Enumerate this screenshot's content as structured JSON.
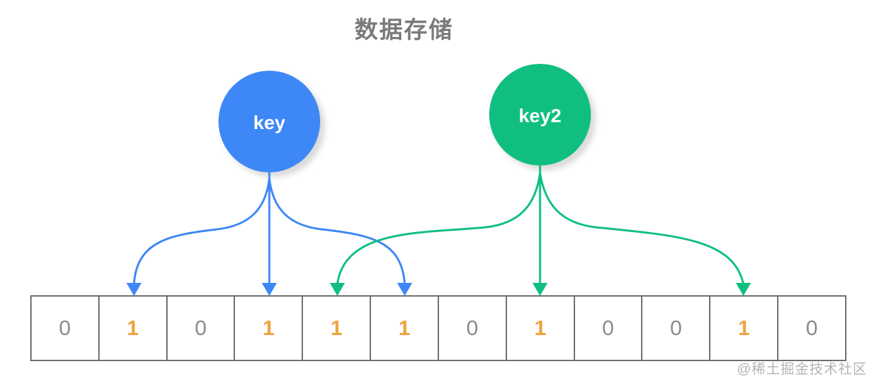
{
  "title": "数据存储",
  "watermark": "@稀土掘金技术社区",
  "colors": {
    "blue": "#3e87f6",
    "green": "#10bf80",
    "one": "#f0a23e",
    "zero": "#8b8b8b",
    "shadow": "#bdbdbd"
  },
  "nodes": [
    {
      "id": "key",
      "label": "key",
      "color": "#3e87f6"
    },
    {
      "id": "key2",
      "label": "key2",
      "color": "#10bf80"
    }
  ],
  "mappings": [
    {
      "from": "key",
      "to_indices": [
        1,
        3,
        5
      ],
      "color": "#3e87f6"
    },
    {
      "from": "key2",
      "to_indices": [
        4,
        7,
        10
      ],
      "color": "#10bf80"
    }
  ],
  "bit_array": {
    "length": 12,
    "bits": [
      "0",
      "1",
      "0",
      "1",
      "1",
      "1",
      "0",
      "1",
      "0",
      "0",
      "1",
      "0"
    ]
  }
}
